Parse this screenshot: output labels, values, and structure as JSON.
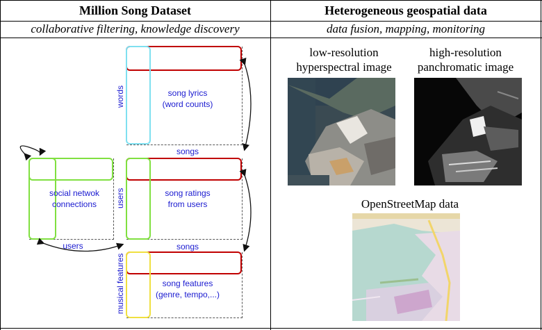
{
  "left": {
    "title": "Million Song Dataset",
    "subtitle": "collaborative filtering,  knowledge discovery",
    "labels": {
      "song_lyrics": "song lyrics",
      "word_counts": "(word counts)",
      "words": "words",
      "songs_top": "songs",
      "social": "social netwok",
      "connections": "connections",
      "users_v": "users",
      "song_ratings": "song ratings",
      "from_users": "from users",
      "users_bottom": "users",
      "songs_mid": "songs",
      "musical_features": "musical features",
      "song_features": "song features",
      "genre": "(genre, tempo,...)"
    }
  },
  "right": {
    "title": "Heterogeneous geospatial data",
    "subtitle": "data fusion,  mapping,  monitoring",
    "low_res_1": "low-resolution",
    "low_res_2": "hyperspectral image",
    "high_res_1": "high-resolution",
    "high_res_2": "panchromatic image",
    "osm": "OpenStreetMap data"
  },
  "colors": {
    "matrix_red": "#c00000",
    "matrix_cyan": "#7fe0f0",
    "matrix_green": "#80e040",
    "matrix_yellow": "#f0e040",
    "label_blue": "#1a1ad0"
  }
}
